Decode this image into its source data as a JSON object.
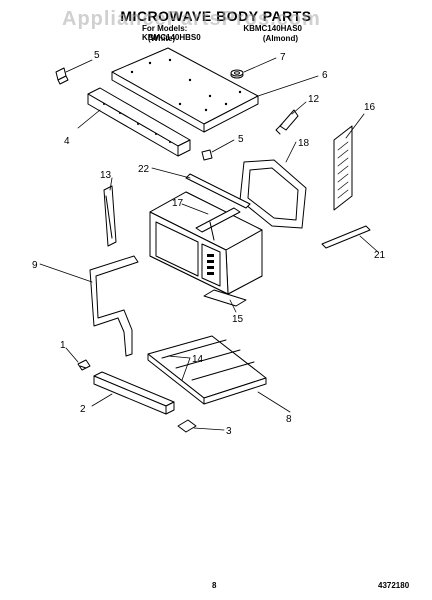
{
  "header": {
    "title": "MICROWAVE BODY PARTS",
    "model_left": "For Models: KBMC140HBS0",
    "model_right": "KBMC140HAS0",
    "color_left": "(White)",
    "color_right": "(Almond)"
  },
  "watermark": "AppliancePartsPros.com",
  "callouts": {
    "c1": "1",
    "c2": "2",
    "c3": "3",
    "c4": "4",
    "c5a": "5",
    "c5b": "5",
    "c6": "6",
    "c7": "7",
    "c8": "8",
    "c9": "9",
    "c12": "12",
    "c13": "13",
    "c14": "14",
    "c15": "15",
    "c16": "16",
    "c17": "17",
    "c18": "18",
    "c21": "21",
    "c22": "22"
  },
  "footer": {
    "page_number": "8",
    "document_number": "4372180"
  },
  "colors": {
    "ink": "#000000",
    "background": "#ffffff",
    "watermark": "#aaaaaa"
  }
}
